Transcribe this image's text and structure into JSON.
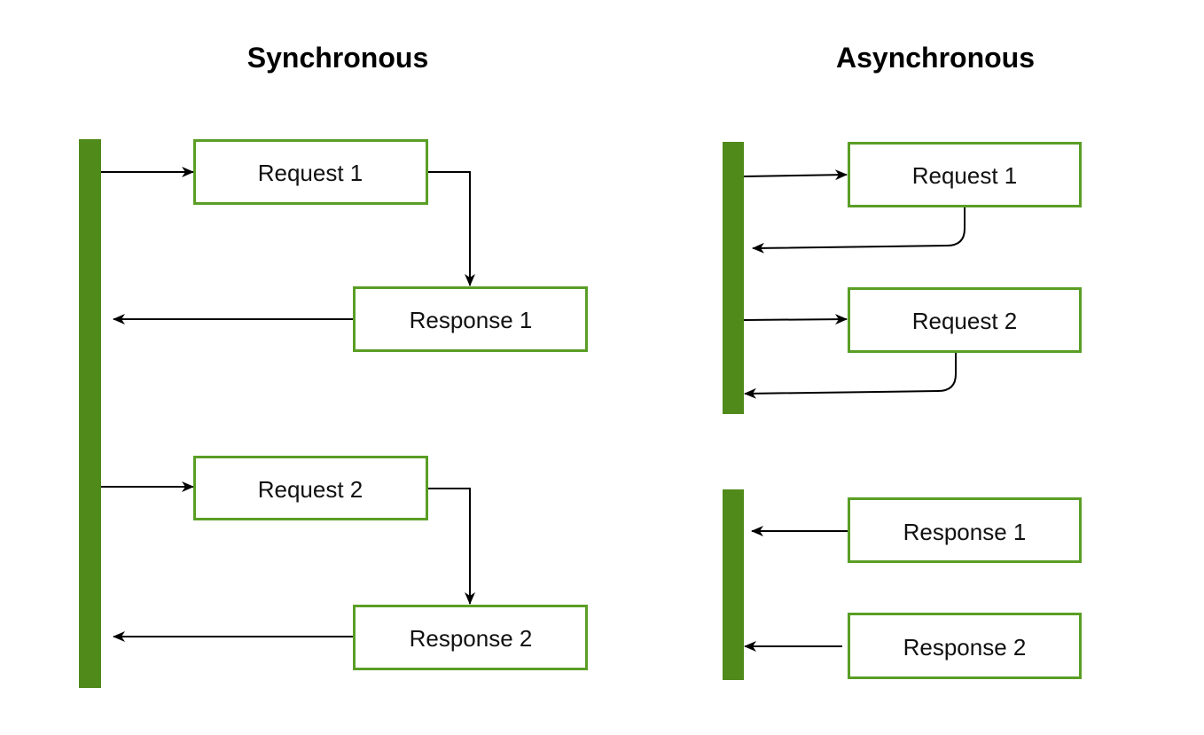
{
  "titles": {
    "sync": "Synchronous",
    "async": "Asynchronous"
  },
  "sync": {
    "request1": "Request 1",
    "response1": "Response 1",
    "request2": "Request 2",
    "response2": "Response 2"
  },
  "async": {
    "request1": "Request 1",
    "request2": "Request 2",
    "response1": "Response 1",
    "response2": "Response 2"
  },
  "colors": {
    "bar": "#4f8a1a",
    "box_border": "#5a9e25",
    "arrow": "#000000"
  }
}
